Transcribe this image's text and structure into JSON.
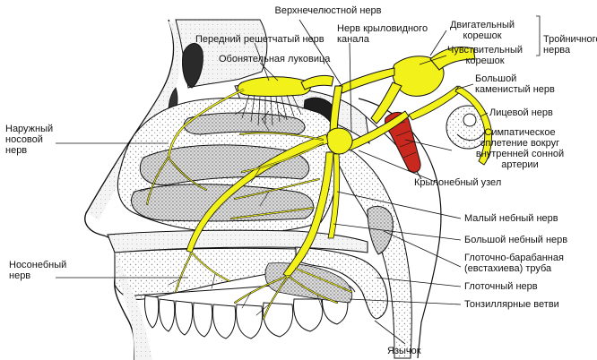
{
  "labels": {
    "upper_jaw_nerve": "Верхнечелюстной нерв",
    "pterygoid_canal_nerve": "Нерв крыловидного\nканала",
    "motor_root": "Двигательный\nкорешок",
    "sensory_root": "Чувствительный\nкорешок",
    "trigeminal_nerve": "Тройничного\nнерва",
    "anterior_ethmoidal_nerve": "Передний решетчатый нерв",
    "olfactory_bulb": "Обонятельная луковица",
    "greater_petrosal_nerve": "Большой\nкаменистый нерв",
    "facial_nerve": "Лицевой нерв",
    "external_nasal_nerve": "Наружный\nносовой\nнерв",
    "sympathetic_plexus": "Симпатическое\nсплетение вокруг\nвнутренней сонной\nартерии",
    "pterygopalatine_ganglion": "Крылонебный узел",
    "lesser_palatine_nerve": "Малый небный нерв",
    "greater_palatine_nerve": "Большой небный нерв",
    "pharyngotympanic_tube": "Глоточно-барабанная\n(евстахиева) труба",
    "nasopalatine_nerve": "Носонебный\nнерв",
    "pharyngeal_nerve": "Глоточный нерв",
    "tonsillar_branches": "Тонзиллярные ветви",
    "uvula": "Язычок"
  },
  "colors": {
    "nerve": "#f2f21a",
    "artery": "#c8281e",
    "outline": "#111111",
    "stipple": "#9a9a9a"
  }
}
